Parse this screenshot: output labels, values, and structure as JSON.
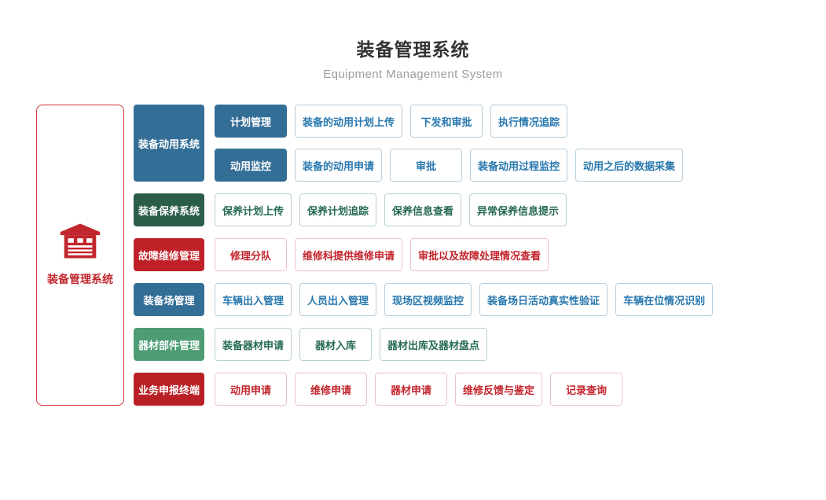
{
  "header": {
    "title": "装备管理系统",
    "subtitle": "Equipment Management System"
  },
  "root": {
    "label": "装备管理系统",
    "icon": "garage-icon"
  },
  "colors": {
    "blue": "#336e96",
    "blue_item_text": "#2878ae",
    "blue_item_border": "#b9cedd",
    "dark_green": "#2a5e49",
    "green": "#4d9c74",
    "green_item_text": "#266a50",
    "green_item_border": "#b9d3c8",
    "red": "#c02128",
    "dark_red": "#b92025",
    "red_item_text": "#c2232b",
    "red_item_border": "#eec2c4",
    "root_red": "#c1272d",
    "title_text": "#333333",
    "subtitle_text": "#9d9d9d"
  },
  "groups": [
    {
      "name": "装备动用系统",
      "theme": "blue",
      "subgroups": [
        {
          "name": "计划管理",
          "items": [
            "装备的动用计划上传",
            "下发和审批",
            "执行情况追踪"
          ]
        },
        {
          "name": "动用监控",
          "items": [
            "装备的动用申请",
            "审批",
            "装备动用过程监控",
            "动用之后的数据采集"
          ]
        }
      ]
    },
    {
      "name": "装备保养系统",
      "theme": "dark-green",
      "items": [
        "保养计划上传",
        "保养计划追踪",
        "保养信息查看",
        "异常保养信息提示"
      ]
    },
    {
      "name": "故障维修管理",
      "theme": "red",
      "items": [
        "修理分队",
        "维修科提供维修申请",
        "审批以及故障处理情况查看"
      ]
    },
    {
      "name": "装备场管理",
      "theme": "blue",
      "items": [
        "车辆出入管理",
        "人员出入管理",
        "现场区视频监控",
        "装备场日活动真实性验证",
        "车辆在位情况识别"
      ]
    },
    {
      "name": "器材部件管理",
      "theme": "green",
      "items": [
        "装备器材申请",
        "器材入库",
        "器材出库及器材盘点"
      ]
    },
    {
      "name": "业务申报终端",
      "theme": "dark-red",
      "items": [
        "动用申请",
        "维修申请",
        "器材申请",
        "维修反馈与鉴定",
        "记录查询"
      ]
    }
  ]
}
